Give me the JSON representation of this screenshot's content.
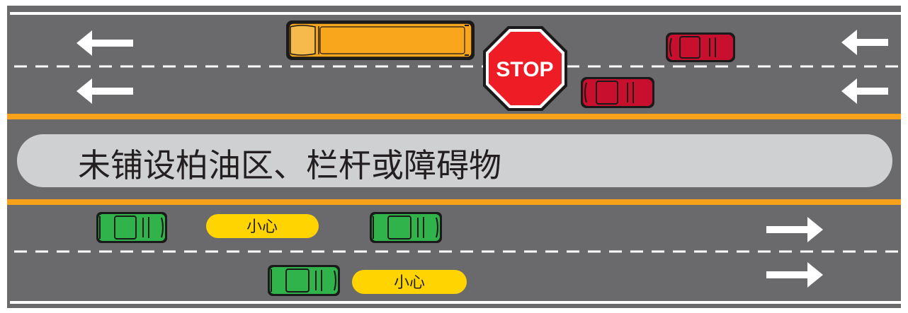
{
  "scene": {
    "stop_sign": {
      "text": "STOP",
      "color": "#ee1c25"
    },
    "median": {
      "text": "未铺设柏油区、栏杆或障碍物"
    },
    "caution_label_1": {
      "text": "小心"
    },
    "caution_label_2": {
      "text": "小心"
    },
    "colors": {
      "road": "#6a6a6d",
      "edge_yellow": "#f7a21a",
      "median_fill": "#cfd0d2",
      "bus": "#f9a61c",
      "car_red": "#c8102e",
      "car_green": "#2fb34a",
      "caution_yellow": "#ffd400",
      "white": "#ffffff"
    },
    "arrows": {
      "upper_lanes": "left-arrow-icon",
      "lower_lanes": "right-arrow-icon"
    }
  }
}
